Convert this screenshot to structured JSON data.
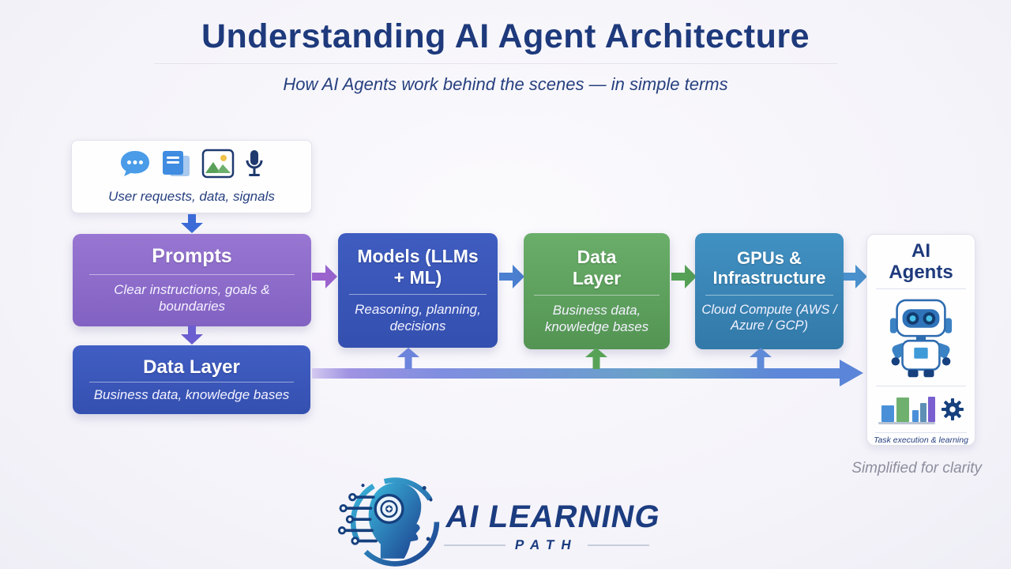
{
  "header": {
    "title": "Understanding AI Agent Architecture",
    "subtitle": "How AI Agents work behind the scenes — in simple terms"
  },
  "flow": {
    "input": {
      "caption": "User requests, data, signals"
    },
    "prompts": {
      "title": "Prompts",
      "subtitle": "Clear instructions, goals & boundaries"
    },
    "data_layer_left": {
      "title": "Data Layer",
      "subtitle": "Business data, knowledge bases"
    },
    "models": {
      "title": "Models (LLMs + ML)",
      "subtitle": "Reasoning, planning, decisions"
    },
    "data_layer_mid": {
      "title": "Data Layer",
      "subtitle": "Business data, knowledge bases"
    },
    "gpus": {
      "title": "GPUs & Infrastructure",
      "subtitle": "Cloud Compute (AWS / Azure / GCP)"
    },
    "ai_agents": {
      "title": "AI Agents",
      "caption": "Task execution & learning"
    }
  },
  "footnote": "Simplified for clarity",
  "logo": {
    "brand": "AI LEARNING",
    "tagline": "PATH"
  },
  "icons": [
    "chat-bubble-icon",
    "message-doc-icon",
    "image-icon",
    "microphone-icon",
    "robot-icon",
    "bar-chart-icon",
    "gear-icon"
  ],
  "colors": {
    "navy_text": "#1e3a7c",
    "purple_box": "#8a68c8",
    "blue_box": "#3b57b9",
    "green_box": "#5fa55f",
    "teal_blue_box": "#3d88ba",
    "bus_gradient_left": "#9f93e2",
    "bus_gradient_right": "#5d87d8",
    "background": "#f4f3f9"
  }
}
